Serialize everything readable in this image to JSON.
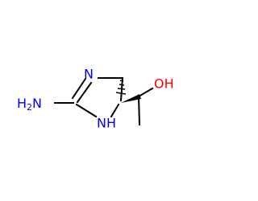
{
  "molecule": {
    "atoms": {
      "ring_nitrogen": {
        "label": "N"
      },
      "amino_group": {
        "label": "H2N",
        "main": "H",
        "subscript": "2",
        "tail": "N"
      },
      "ring_nh": {
        "label": "NH"
      },
      "hydroxyl": {
        "label": "OH"
      }
    }
  },
  "colors": {
    "nitrogen": "#0000ff",
    "oxygen": "#ff0000",
    "bond": "#000000",
    "background": "#ffffff"
  }
}
